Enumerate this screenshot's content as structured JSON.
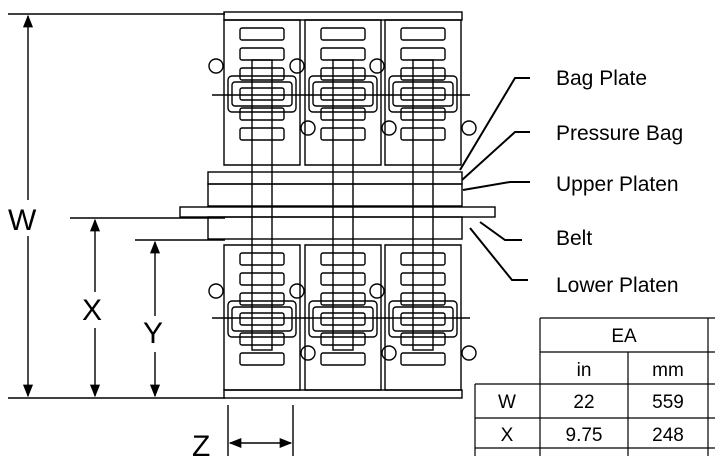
{
  "callouts": [
    {
      "label": "Bag Plate"
    },
    {
      "label": "Pressure Bag"
    },
    {
      "label": "Upper Platen"
    },
    {
      "label": "Belt"
    },
    {
      "label": "Lower Platen"
    }
  ],
  "dimensions": {
    "w": "W",
    "x": "X",
    "y": "Y",
    "z": "Z"
  },
  "table": {
    "group_header": "EA",
    "unit_headers": [
      "in",
      "mm"
    ],
    "rows": [
      {
        "key": "W",
        "in": "22",
        "mm": "559"
      },
      {
        "key": "X",
        "in": "9.75",
        "mm": "248"
      }
    ]
  }
}
